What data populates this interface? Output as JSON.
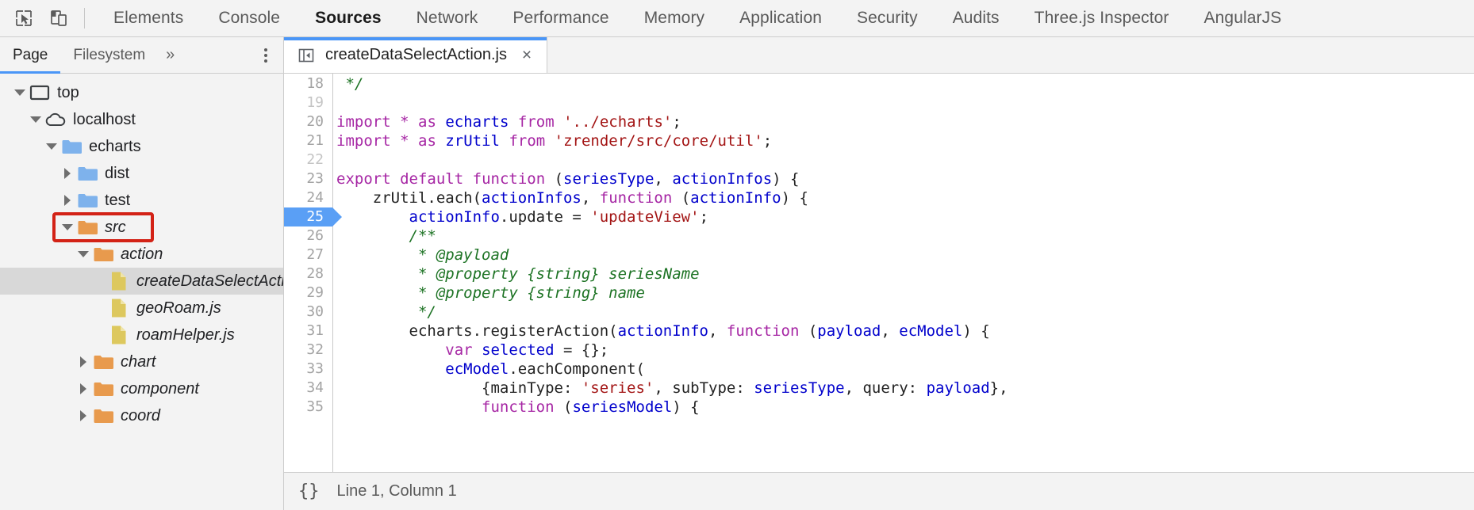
{
  "toolbar": {
    "inspect_icon": "inspect-cursor-icon",
    "device_icon": "device-toggle-icon",
    "tabs": [
      {
        "label": "Elements",
        "active": false
      },
      {
        "label": "Console",
        "active": false
      },
      {
        "label": "Sources",
        "active": true
      },
      {
        "label": "Network",
        "active": false
      },
      {
        "label": "Performance",
        "active": false
      },
      {
        "label": "Memory",
        "active": false
      },
      {
        "label": "Application",
        "active": false
      },
      {
        "label": "Security",
        "active": false
      },
      {
        "label": "Audits",
        "active": false
      },
      {
        "label": "Three.js Inspector",
        "active": false
      },
      {
        "label": "AngularJS",
        "active": false
      }
    ]
  },
  "navigator": {
    "tabs": [
      {
        "label": "Page",
        "active": true
      },
      {
        "label": "Filesystem",
        "active": false
      }
    ],
    "more_label": "»",
    "menu_icon": "kebab-menu-icon",
    "tree": [
      {
        "label": "top",
        "depth": 0,
        "twisty": "down",
        "icon": "frame",
        "italic": false,
        "selected": false,
        "annotated": false
      },
      {
        "label": "localhost",
        "depth": 1,
        "twisty": "down",
        "icon": "cloud",
        "italic": false,
        "selected": false,
        "annotated": false
      },
      {
        "label": "echarts",
        "depth": 2,
        "twisty": "down",
        "icon": "folder-blue",
        "italic": false,
        "selected": false,
        "annotated": false
      },
      {
        "label": "dist",
        "depth": 3,
        "twisty": "right",
        "icon": "folder-blue",
        "italic": false,
        "selected": false,
        "annotated": false
      },
      {
        "label": "test",
        "depth": 3,
        "twisty": "right",
        "icon": "folder-blue",
        "italic": false,
        "selected": false,
        "annotated": false
      },
      {
        "label": "src",
        "depth": 3,
        "twisty": "down",
        "icon": "folder-orange",
        "italic": true,
        "selected": false,
        "annotated": true
      },
      {
        "label": "action",
        "depth": 4,
        "twisty": "down",
        "icon": "folder-orange",
        "italic": true,
        "selected": false,
        "annotated": false
      },
      {
        "label": "createDataSelectAction",
        "depth": 5,
        "twisty": "none",
        "icon": "file-js",
        "italic": true,
        "selected": true,
        "annotated": false
      },
      {
        "label": "geoRoam.js",
        "depth": 5,
        "twisty": "none",
        "icon": "file-js",
        "italic": true,
        "selected": false,
        "annotated": false
      },
      {
        "label": "roamHelper.js",
        "depth": 5,
        "twisty": "none",
        "icon": "file-js",
        "italic": true,
        "selected": false,
        "annotated": false
      },
      {
        "label": "chart",
        "depth": 4,
        "twisty": "right",
        "icon": "folder-orange",
        "italic": true,
        "selected": false,
        "annotated": false
      },
      {
        "label": "component",
        "depth": 4,
        "twisty": "right",
        "icon": "folder-orange",
        "italic": true,
        "selected": false,
        "annotated": false
      },
      {
        "label": "coord",
        "depth": 4,
        "twisty": "right",
        "icon": "folder-orange",
        "italic": true,
        "selected": false,
        "annotated": false
      }
    ]
  },
  "editor": {
    "collapse_icon": "collapse-sidebar-icon",
    "open_file": "createDataSelectAction.js",
    "close_label": "×",
    "breakpoint_line": 25,
    "lines": [
      {
        "n": 18,
        "tokens": [
          {
            "t": " */",
            "c": "cm"
          }
        ]
      },
      {
        "n": 19,
        "tokens": []
      },
      {
        "n": 20,
        "tokens": [
          {
            "t": "import",
            "c": "k"
          },
          {
            "t": " ",
            "c": "pl"
          },
          {
            "t": "*",
            "c": "k"
          },
          {
            "t": " ",
            "c": "pl"
          },
          {
            "t": "as",
            "c": "k"
          },
          {
            "t": " ",
            "c": "pl"
          },
          {
            "t": "echarts",
            "c": "id"
          },
          {
            "t": " ",
            "c": "pl"
          },
          {
            "t": "from",
            "c": "k"
          },
          {
            "t": " ",
            "c": "pl"
          },
          {
            "t": "'../echarts'",
            "c": "st"
          },
          {
            "t": ";",
            "c": "pl"
          }
        ]
      },
      {
        "n": 21,
        "tokens": [
          {
            "t": "import",
            "c": "k"
          },
          {
            "t": " ",
            "c": "pl"
          },
          {
            "t": "*",
            "c": "k"
          },
          {
            "t": " ",
            "c": "pl"
          },
          {
            "t": "as",
            "c": "k"
          },
          {
            "t": " ",
            "c": "pl"
          },
          {
            "t": "zrUtil",
            "c": "id"
          },
          {
            "t": " ",
            "c": "pl"
          },
          {
            "t": "from",
            "c": "k"
          },
          {
            "t": " ",
            "c": "pl"
          },
          {
            "t": "'zrender/src/core/util'",
            "c": "st"
          },
          {
            "t": ";",
            "c": "pl"
          }
        ]
      },
      {
        "n": 22,
        "tokens": []
      },
      {
        "n": 23,
        "tokens": [
          {
            "t": "export",
            "c": "k"
          },
          {
            "t": " ",
            "c": "pl"
          },
          {
            "t": "default",
            "c": "k"
          },
          {
            "t": " ",
            "c": "pl"
          },
          {
            "t": "function",
            "c": "k"
          },
          {
            "t": " (",
            "c": "pl"
          },
          {
            "t": "seriesType",
            "c": "id"
          },
          {
            "t": ", ",
            "c": "pl"
          },
          {
            "t": "actionInfos",
            "c": "id"
          },
          {
            "t": ") {",
            "c": "pl"
          }
        ]
      },
      {
        "n": 24,
        "tokens": [
          {
            "t": "    zrUtil.each(",
            "c": "pl"
          },
          {
            "t": "actionInfos",
            "c": "id"
          },
          {
            "t": ", ",
            "c": "pl"
          },
          {
            "t": "function",
            "c": "k"
          },
          {
            "t": " (",
            "c": "pl"
          },
          {
            "t": "actionInfo",
            "c": "id"
          },
          {
            "t": ") {",
            "c": "pl"
          }
        ]
      },
      {
        "n": 25,
        "tokens": [
          {
            "t": "        ",
            "c": "pl"
          },
          {
            "t": "actionInfo",
            "c": "id"
          },
          {
            "t": ".update = ",
            "c": "pl"
          },
          {
            "t": "'updateView'",
            "c": "st"
          },
          {
            "t": ";",
            "c": "pl"
          }
        ]
      },
      {
        "n": 26,
        "tokens": [
          {
            "t": "        /**",
            "c": "cm"
          }
        ]
      },
      {
        "n": 27,
        "tokens": [
          {
            "t": "         * @payload",
            "c": "cm"
          }
        ]
      },
      {
        "n": 28,
        "tokens": [
          {
            "t": "         * @property {string} seriesName",
            "c": "cm"
          }
        ]
      },
      {
        "n": 29,
        "tokens": [
          {
            "t": "         * @property {string} name",
            "c": "cm"
          }
        ]
      },
      {
        "n": 30,
        "tokens": [
          {
            "t": "         */",
            "c": "cm"
          }
        ]
      },
      {
        "n": 31,
        "tokens": [
          {
            "t": "        echarts.registerAction(",
            "c": "pl"
          },
          {
            "t": "actionInfo",
            "c": "id"
          },
          {
            "t": ", ",
            "c": "pl"
          },
          {
            "t": "function",
            "c": "k"
          },
          {
            "t": " (",
            "c": "pl"
          },
          {
            "t": "payload",
            "c": "id"
          },
          {
            "t": ", ",
            "c": "pl"
          },
          {
            "t": "ecModel",
            "c": "id"
          },
          {
            "t": ") {",
            "c": "pl"
          }
        ]
      },
      {
        "n": 32,
        "tokens": [
          {
            "t": "            ",
            "c": "pl"
          },
          {
            "t": "var",
            "c": "k"
          },
          {
            "t": " ",
            "c": "pl"
          },
          {
            "t": "selected",
            "c": "id"
          },
          {
            "t": " = {};",
            "c": "pl"
          }
        ]
      },
      {
        "n": 33,
        "tokens": [
          {
            "t": "            ",
            "c": "pl"
          },
          {
            "t": "ecModel",
            "c": "id"
          },
          {
            "t": ".eachComponent(",
            "c": "pl"
          }
        ]
      },
      {
        "n": 34,
        "tokens": [
          {
            "t": "                {mainType: ",
            "c": "pl"
          },
          {
            "t": "'series'",
            "c": "st"
          },
          {
            "t": ", subType: ",
            "c": "pl"
          },
          {
            "t": "seriesType",
            "c": "id"
          },
          {
            "t": ", query: ",
            "c": "pl"
          },
          {
            "t": "payload",
            "c": "id"
          },
          {
            "t": "},",
            "c": "pl"
          }
        ]
      },
      {
        "n": 35,
        "tokens": [
          {
            "t": "                ",
            "c": "pl"
          },
          {
            "t": "function",
            "c": "k"
          },
          {
            "t": " (",
            "c": "pl"
          },
          {
            "t": "seriesModel",
            "c": "id"
          },
          {
            "t": ") {",
            "c": "pl"
          }
        ]
      }
    ]
  },
  "status_bar": {
    "format_icon": "{}",
    "cursor_position": "Line 1, Column 1"
  },
  "colors": {
    "accent_blue": "#4a96f7",
    "annotation_red": "#d32216",
    "folder_blue": "#7eb2ec",
    "folder_orange": "#e89a4d",
    "file_yellow": "#ddc85e",
    "breakpoint_blue": "#5a9ff5",
    "keyword_purple": "#a626a4",
    "identifier_blue": "#0000cc",
    "string_red": "#a31515",
    "comment_green": "#1d7324"
  }
}
